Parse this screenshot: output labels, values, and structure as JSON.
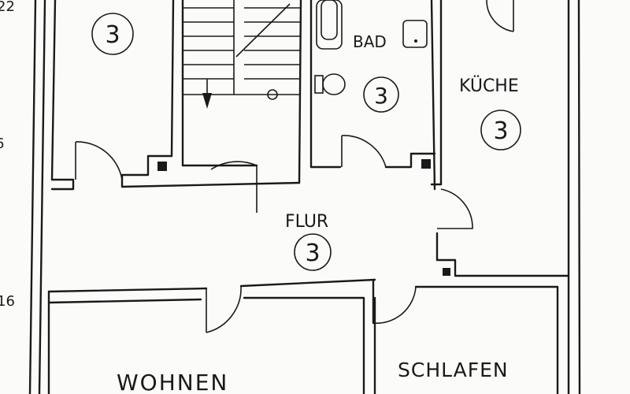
{
  "rooms": {
    "top_left": {
      "number": "3"
    },
    "bad": {
      "name": "BAD",
      "number": "3"
    },
    "kueche": {
      "name": "KÜCHE",
      "number": "3"
    },
    "flur": {
      "name": "FLUR",
      "number": "3"
    },
    "wohnen": {
      "name": "WOHNEN"
    },
    "schlafen": {
      "name": "SCHLAFEN"
    }
  },
  "margin_numbers": [
    "22",
    "6",
    "16"
  ],
  "colors": {
    "ink": "#1a1a1a",
    "paper": "#fbfbfa"
  }
}
